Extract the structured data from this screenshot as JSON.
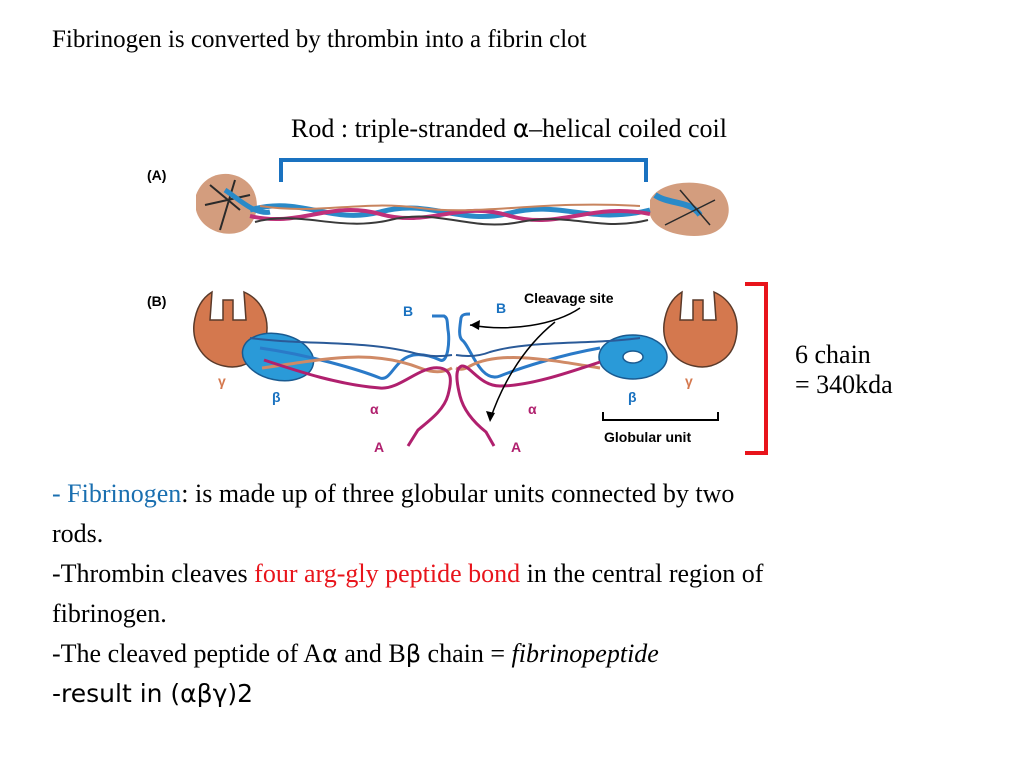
{
  "slide": {
    "title": "Fibrinogen is converted by thrombin into a fibrin clot",
    "rod_label": {
      "prefix": "Rod : triple-stranded ",
      "alpha": "α",
      "suffix": "–helical coiled coil"
    },
    "chain_info": {
      "line1": "6 chain",
      "line2": "= 340kda"
    }
  },
  "figure": {
    "panel_a_label": "(A)",
    "panel_b_label": "(B)",
    "cleavage_site": "Cleavage site",
    "globular_unit": "Globular unit",
    "chain_labels": {
      "gamma": "γ",
      "beta": "β",
      "alpha": "α",
      "A": "A",
      "B": "B"
    },
    "colors": {
      "gamma_unit": "#d4784e",
      "beta_unit": "#2a9ad8",
      "alpha_chain": "#b0206e",
      "bracket_blue": "#1a72c0",
      "bracket_red": "#e8141b"
    }
  },
  "body": {
    "line1": {
      "blue": "- Fibrinogen",
      "rest": ": is made up of three globular units connected by two"
    },
    "line2": "rods.",
    "line3": {
      "pre": "-Thrombin cleaves ",
      "red": "four arg-gly peptide bond",
      "post": " in the central region of"
    },
    "line4": "fibrinogen.",
    "line5": {
      "p1": "-The cleaved peptide of A",
      "g1": "α",
      "p2": " and B",
      "g2": "β",
      "p3": " chain = ",
      "italic": "fibrinopeptide"
    },
    "line6": "-result in (αβγ)2"
  }
}
